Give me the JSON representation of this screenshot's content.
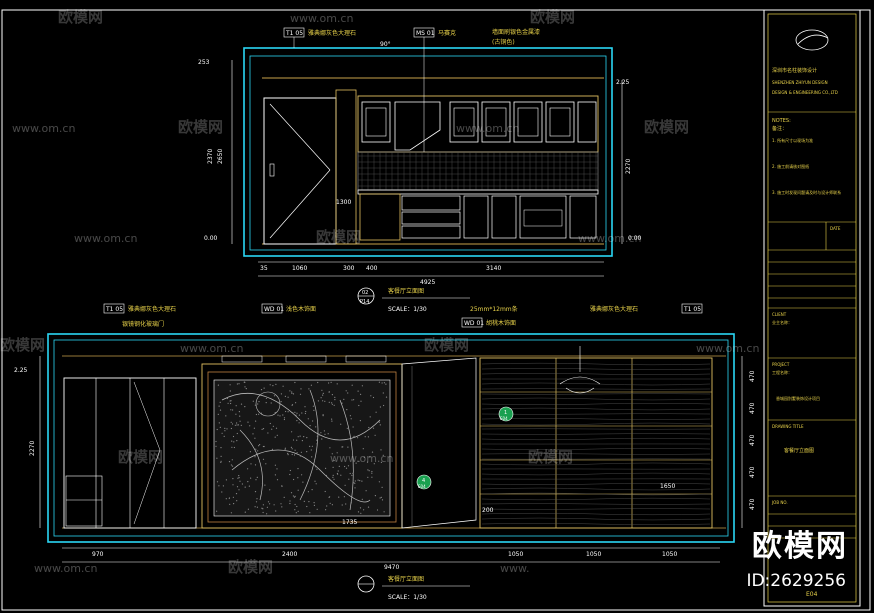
{
  "watermarks": {
    "brand_cn": "欧模网",
    "url": "www.om.cn",
    "site_prefix": "www.",
    "id_label": "ID:2629256"
  },
  "top_view": {
    "title": "客餐厅立面图",
    "scale": "SCALE：1/30",
    "label_t": "T1 05",
    "label_ms": "MS 01",
    "note_stone": "雅典娜灰色大理石",
    "note_ms": "马赛克",
    "note_paint": "墙面刷银色金属漆",
    "note_paint2": "(古铜色)",
    "dims_bottom": [
      "35",
      "1060",
      "300",
      "400",
      "3140"
    ],
    "total": "4925",
    "dims_left": [
      "253",
      "2370",
      "2650",
      "0.00"
    ],
    "dims_right": [
      "2.25",
      "2270",
      "0.00"
    ],
    "dim_1300": "1300",
    "angle": "90°"
  },
  "bottom_view": {
    "title": "客餐厅立面图",
    "scale": "SCALE：1/30",
    "label_t_left": "T1 05",
    "label_wd1": "WD 01",
    "label_wd2": "WD 01",
    "label_t_right": "T1 05",
    "note_left": "雅典娜灰色大理石",
    "note_mirror": "银镜钢化玻璃门",
    "note_wood": "浅色木饰面",
    "note_wood2": "胡桃木饰面",
    "note_strip": "25mm*12mm条",
    "note_right": "雅典娜灰色大理石",
    "dims_bottom": [
      "970",
      "2400",
      "1050",
      "1050",
      "1050"
    ],
    "total": "9470",
    "dims_left": [
      "2.25",
      "2270"
    ],
    "dims_right": [
      "470",
      "470",
      "470",
      "470",
      "470"
    ],
    "dim_1735": "1735",
    "dim_1650": "1650",
    "dim_200": "200",
    "marker_a": "1",
    "marker_a_sheet": "E04",
    "marker_b": "4",
    "marker_b_sheet": "E04",
    "section": "P14",
    "section_num": "02"
  },
  "title_block": {
    "company": "深圳市名柱装饰设计",
    "company_en": "SHENZHEN ZHIYUN DESIGN",
    "company_en2": "DESIGN & ENGINEERING CO.,LTD",
    "notes_head": "NOTES:",
    "notes_cn": "备注：",
    "note1": "1. 所有尺寸以现场为准",
    "note2": "2. 施工前请核对图纸",
    "note3": "3. 施工时发现问题请及时与设计师联系",
    "sec_title": "DATE",
    "client_head": "CLIENT",
    "client_cn": "业主名称：",
    "project_head": "PROJECT",
    "project_cn": "工程名称：",
    "project_name": "香城园别墅装饰设计项目",
    "drawing_head": "DRAWING TITLE",
    "drawing_name": "客餐厅立面图",
    "job_head": "JOB NO.",
    "sheet_no": "E04"
  }
}
